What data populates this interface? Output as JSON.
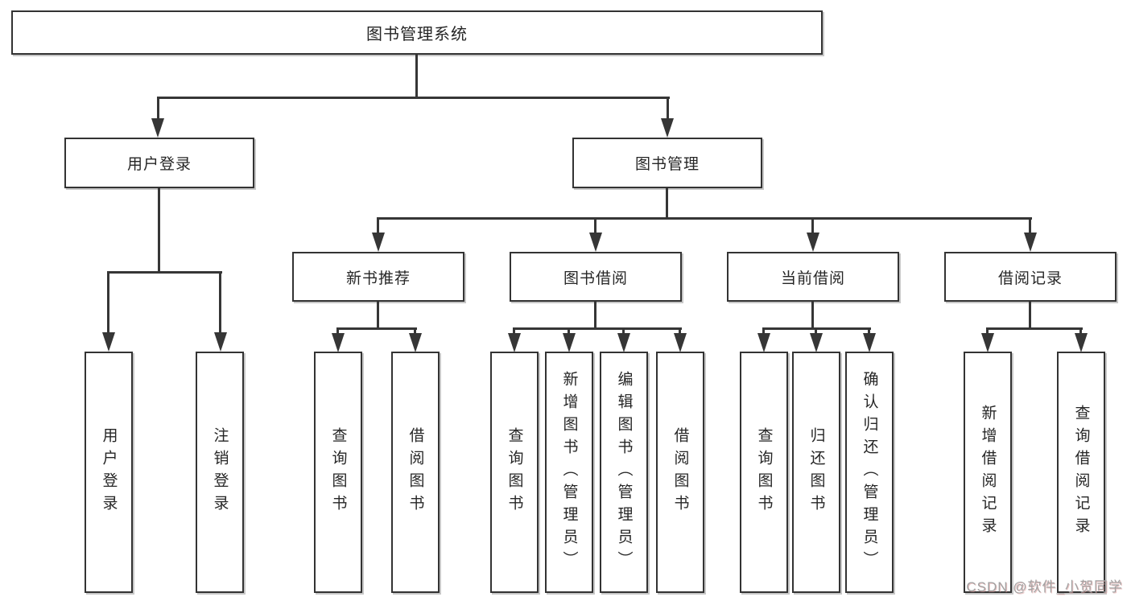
{
  "tree": {
    "label": "图书管理系统",
    "children": [
      {
        "label": "用户登录",
        "children": [
          {
            "label": "用户登录"
          },
          {
            "label": "注销登录"
          }
        ]
      },
      {
        "label": "图书管理",
        "children": [
          {
            "label": "新书推荐",
            "children": [
              {
                "label": "查询图书"
              },
              {
                "label": "借阅图书"
              }
            ]
          },
          {
            "label": "图书借阅",
            "children": [
              {
                "label": "查询图书"
              },
              {
                "label": "新增图书（管理员）"
              },
              {
                "label": "编辑图书（管理员）"
              },
              {
                "label": "借阅图书"
              }
            ]
          },
          {
            "label": "当前借阅",
            "children": [
              {
                "label": "查询图书"
              },
              {
                "label": "归还图书"
              },
              {
                "label": "确认归还（管理员）"
              }
            ]
          },
          {
            "label": "借阅记录",
            "children": [
              {
                "label": "新增借阅记录"
              },
              {
                "label": "查询借阅记录"
              }
            ]
          }
        ]
      }
    ]
  },
  "watermark": {
    "text": "CSDN @软件_小贺同学"
  },
  "colors": {
    "line": "#363636",
    "box_border": "#333333",
    "box_fill": "#ffffff",
    "text": "#262626",
    "watermark": "#a2a2a2",
    "background": "#ffffff"
  }
}
